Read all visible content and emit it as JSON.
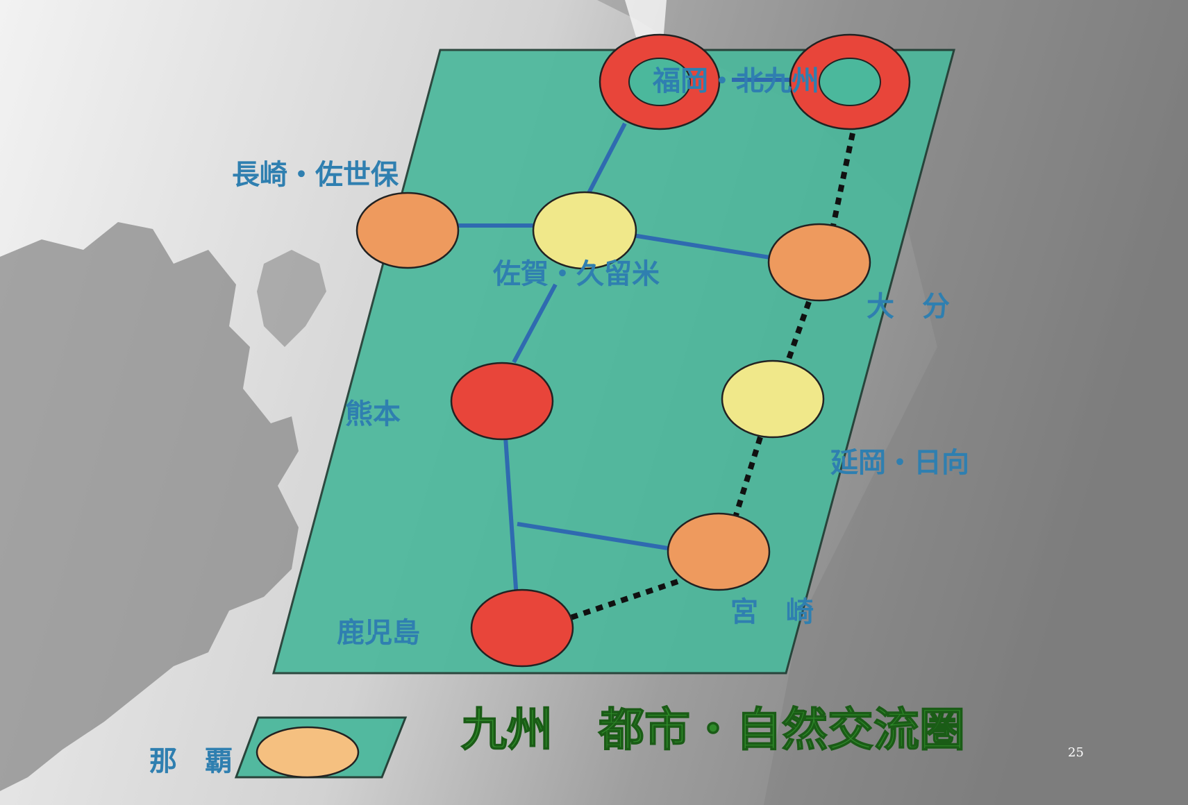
{
  "title": "九州　都市・自然交流圏",
  "page_number": "25",
  "colors": {
    "plane_fill": "#4bb89c",
    "plane_stroke": "#1f3d33",
    "link_solid": "#2f6ab0",
    "link_dotted": "#111111",
    "city_major": "#e8453a",
    "city_mid": "#ee9a5e",
    "city_minor": "#f0e88a",
    "label": "#2f7fb0",
    "title": "#2f8a2a"
  },
  "cities": {
    "fukuoka_kitakyushu": "福岡・北九州",
    "nagasaki_sasebo": "長崎・佐世保",
    "saga_kurume": "佐賀・久留米",
    "oita": "大　分",
    "kumamoto": "熊本",
    "nobeoka_hyuga": "延岡・日向",
    "miyazaki": "宮　崎",
    "kagoshima": "鹿児島",
    "naha": "那　覇"
  }
}
